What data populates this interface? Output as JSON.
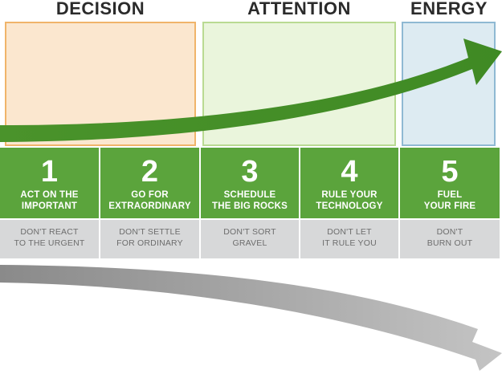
{
  "headings": {
    "decision": "DECISION",
    "attention": "ATTENTION",
    "energy": "ENERGY"
  },
  "steps": [
    {
      "number": "1",
      "title": "ACT ON THE\nIMPORTANT",
      "subtitle": "DON'T REACT\nTO THE URGENT"
    },
    {
      "number": "2",
      "title": "GO FOR\nEXTRAORDINARY",
      "subtitle": "DON'T SETTLE\nFOR ORDINARY"
    },
    {
      "number": "3",
      "title": "SCHEDULE\nTHE BIG ROCKS",
      "subtitle": "DON'T SORT\nGRAVEL"
    },
    {
      "number": "4",
      "title": "RULE YOUR\nTECHNOLOGY",
      "subtitle": "DON'T LET\nIT RULE YOU"
    },
    {
      "number": "5",
      "title": "FUEL\nYOUR FIRE",
      "subtitle": "DON'T\nBURN OUT"
    }
  ],
  "colors": {
    "step_green": "#5ba43c",
    "step_gray": "#d7d8d9",
    "decision_zone": "#fbe7cf",
    "attention_zone": "#eaf5dc",
    "energy_zone": "#ddebf2",
    "green_arrow": "#4f9a2f",
    "gray_arrow": "#9a9a9a"
  }
}
